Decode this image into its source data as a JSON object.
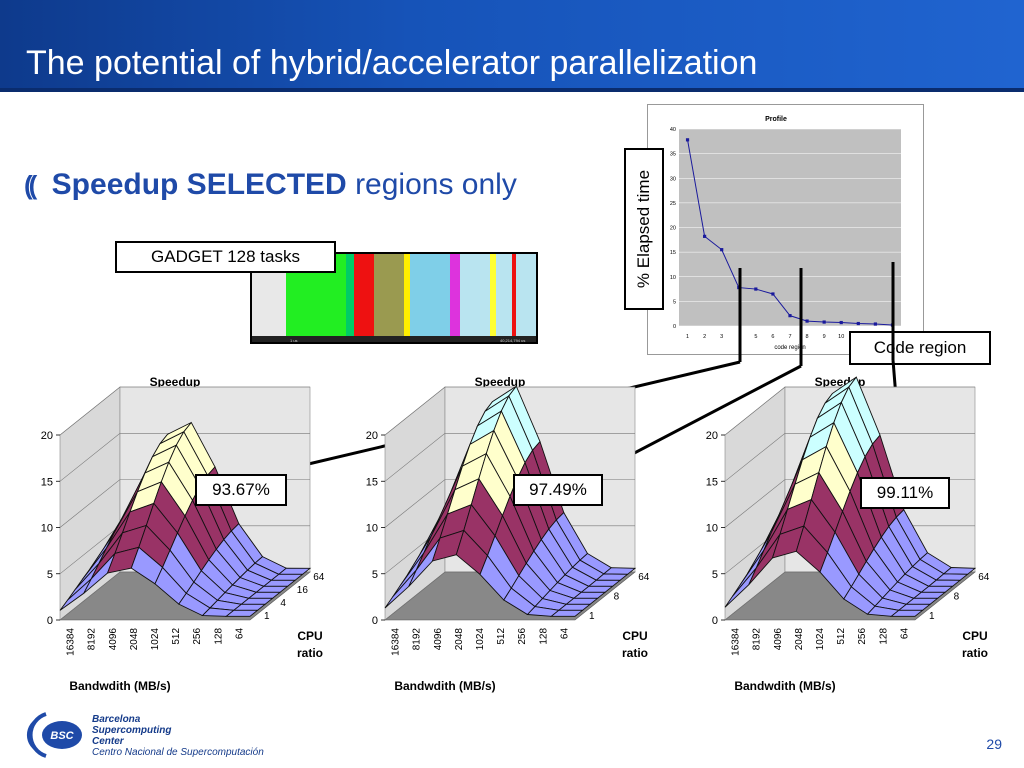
{
  "slide": {
    "title": "The potential of hybrid/accelerator parallelization",
    "bullet_marker": "((",
    "bullet_bold": "Speedup SELECTED",
    "bullet_rest": "regions only",
    "page_number": "29"
  },
  "callouts": {
    "gadget": "GADGET 128 tasks",
    "code_region": "Code region",
    "pct1": "93.67%",
    "pct2": "97.49%",
    "pct3": "99.11%"
  },
  "colors": {
    "title_bar": "#1653b8",
    "surface_blue": "#9999ff",
    "surface_maroon": "#993366",
    "surface_cream": "#ffffcc",
    "surface_cyan": "#ccffff",
    "profile_line": "#1a1a9c"
  },
  "logo": {
    "badge": "BSC",
    "line1": "Barcelona",
    "line2": "Supercomputing",
    "line3": "Center",
    "line4": "Centro Nacional de Supercomputación"
  },
  "trace": {
    "left_label": "1 us",
    "right_label": "40,214,794 us"
  },
  "chart_data": [
    {
      "type": "line",
      "title": "Profile",
      "ylabel": "% Elapsed  time",
      "xlabel": "code region",
      "x_ticks": [
        "1",
        "2",
        "3",
        "",
        "5",
        "6",
        "7",
        "8",
        "9",
        "10",
        "",
        "",
        ""
      ],
      "y_ticks": [
        "0",
        "5",
        "10",
        "15",
        "20",
        "25",
        "30",
        "35",
        "40"
      ],
      "ylim": [
        0,
        40
      ],
      "x": [
        1,
        2,
        3,
        4,
        5,
        6,
        7,
        8,
        9,
        10,
        11,
        12,
        13
      ],
      "values": [
        37.8,
        18.2,
        15.5,
        7.8,
        7.5,
        6.5,
        2.1,
        1.0,
        0.8,
        0.7,
        0.5,
        0.4,
        0.2
      ]
    },
    {
      "type": "surface",
      "title": "Speedup",
      "xlabel": "Bandwdith (MB/s)",
      "ylabel_line1": "CPU",
      "ylabel_line2": "ratio",
      "z_ticks": [
        "0",
        "5",
        "10",
        "15",
        "20"
      ],
      "x_ticks": [
        "16384",
        "8192",
        "4096",
        "2048",
        "1024",
        "512",
        "256",
        "128",
        "64"
      ],
      "y_ticks": [
        "1",
        "4",
        "16",
        "64"
      ],
      "peak": 15.5
    },
    {
      "type": "surface",
      "title": "Speedup",
      "xlabel": "Bandwdith (MB/s)",
      "ylabel_line1": "CPU",
      "ylabel_line2": "ratio",
      "z_ticks": [
        "0",
        "5",
        "10",
        "15",
        "20"
      ],
      "x_ticks": [
        "16384",
        "8192",
        "4096",
        "2048",
        "1024",
        "512",
        "256",
        "128",
        "64"
      ],
      "y_ticks": [
        "1",
        "8",
        "64"
      ],
      "peak": 19.5
    },
    {
      "type": "surface",
      "title": "Speedup",
      "xlabel": "Bandwdith (MB/s)",
      "ylabel_line1": "CPU",
      "ylabel_line2": "ratio",
      "z_ticks": [
        "0",
        "5",
        "10",
        "15",
        "20"
      ],
      "x_ticks": [
        "16384",
        "8192",
        "4096",
        "2048",
        "1024",
        "512",
        "256",
        "128",
        "64"
      ],
      "y_ticks": [
        "1",
        "8",
        "64"
      ],
      "peak": 20.5
    }
  ]
}
